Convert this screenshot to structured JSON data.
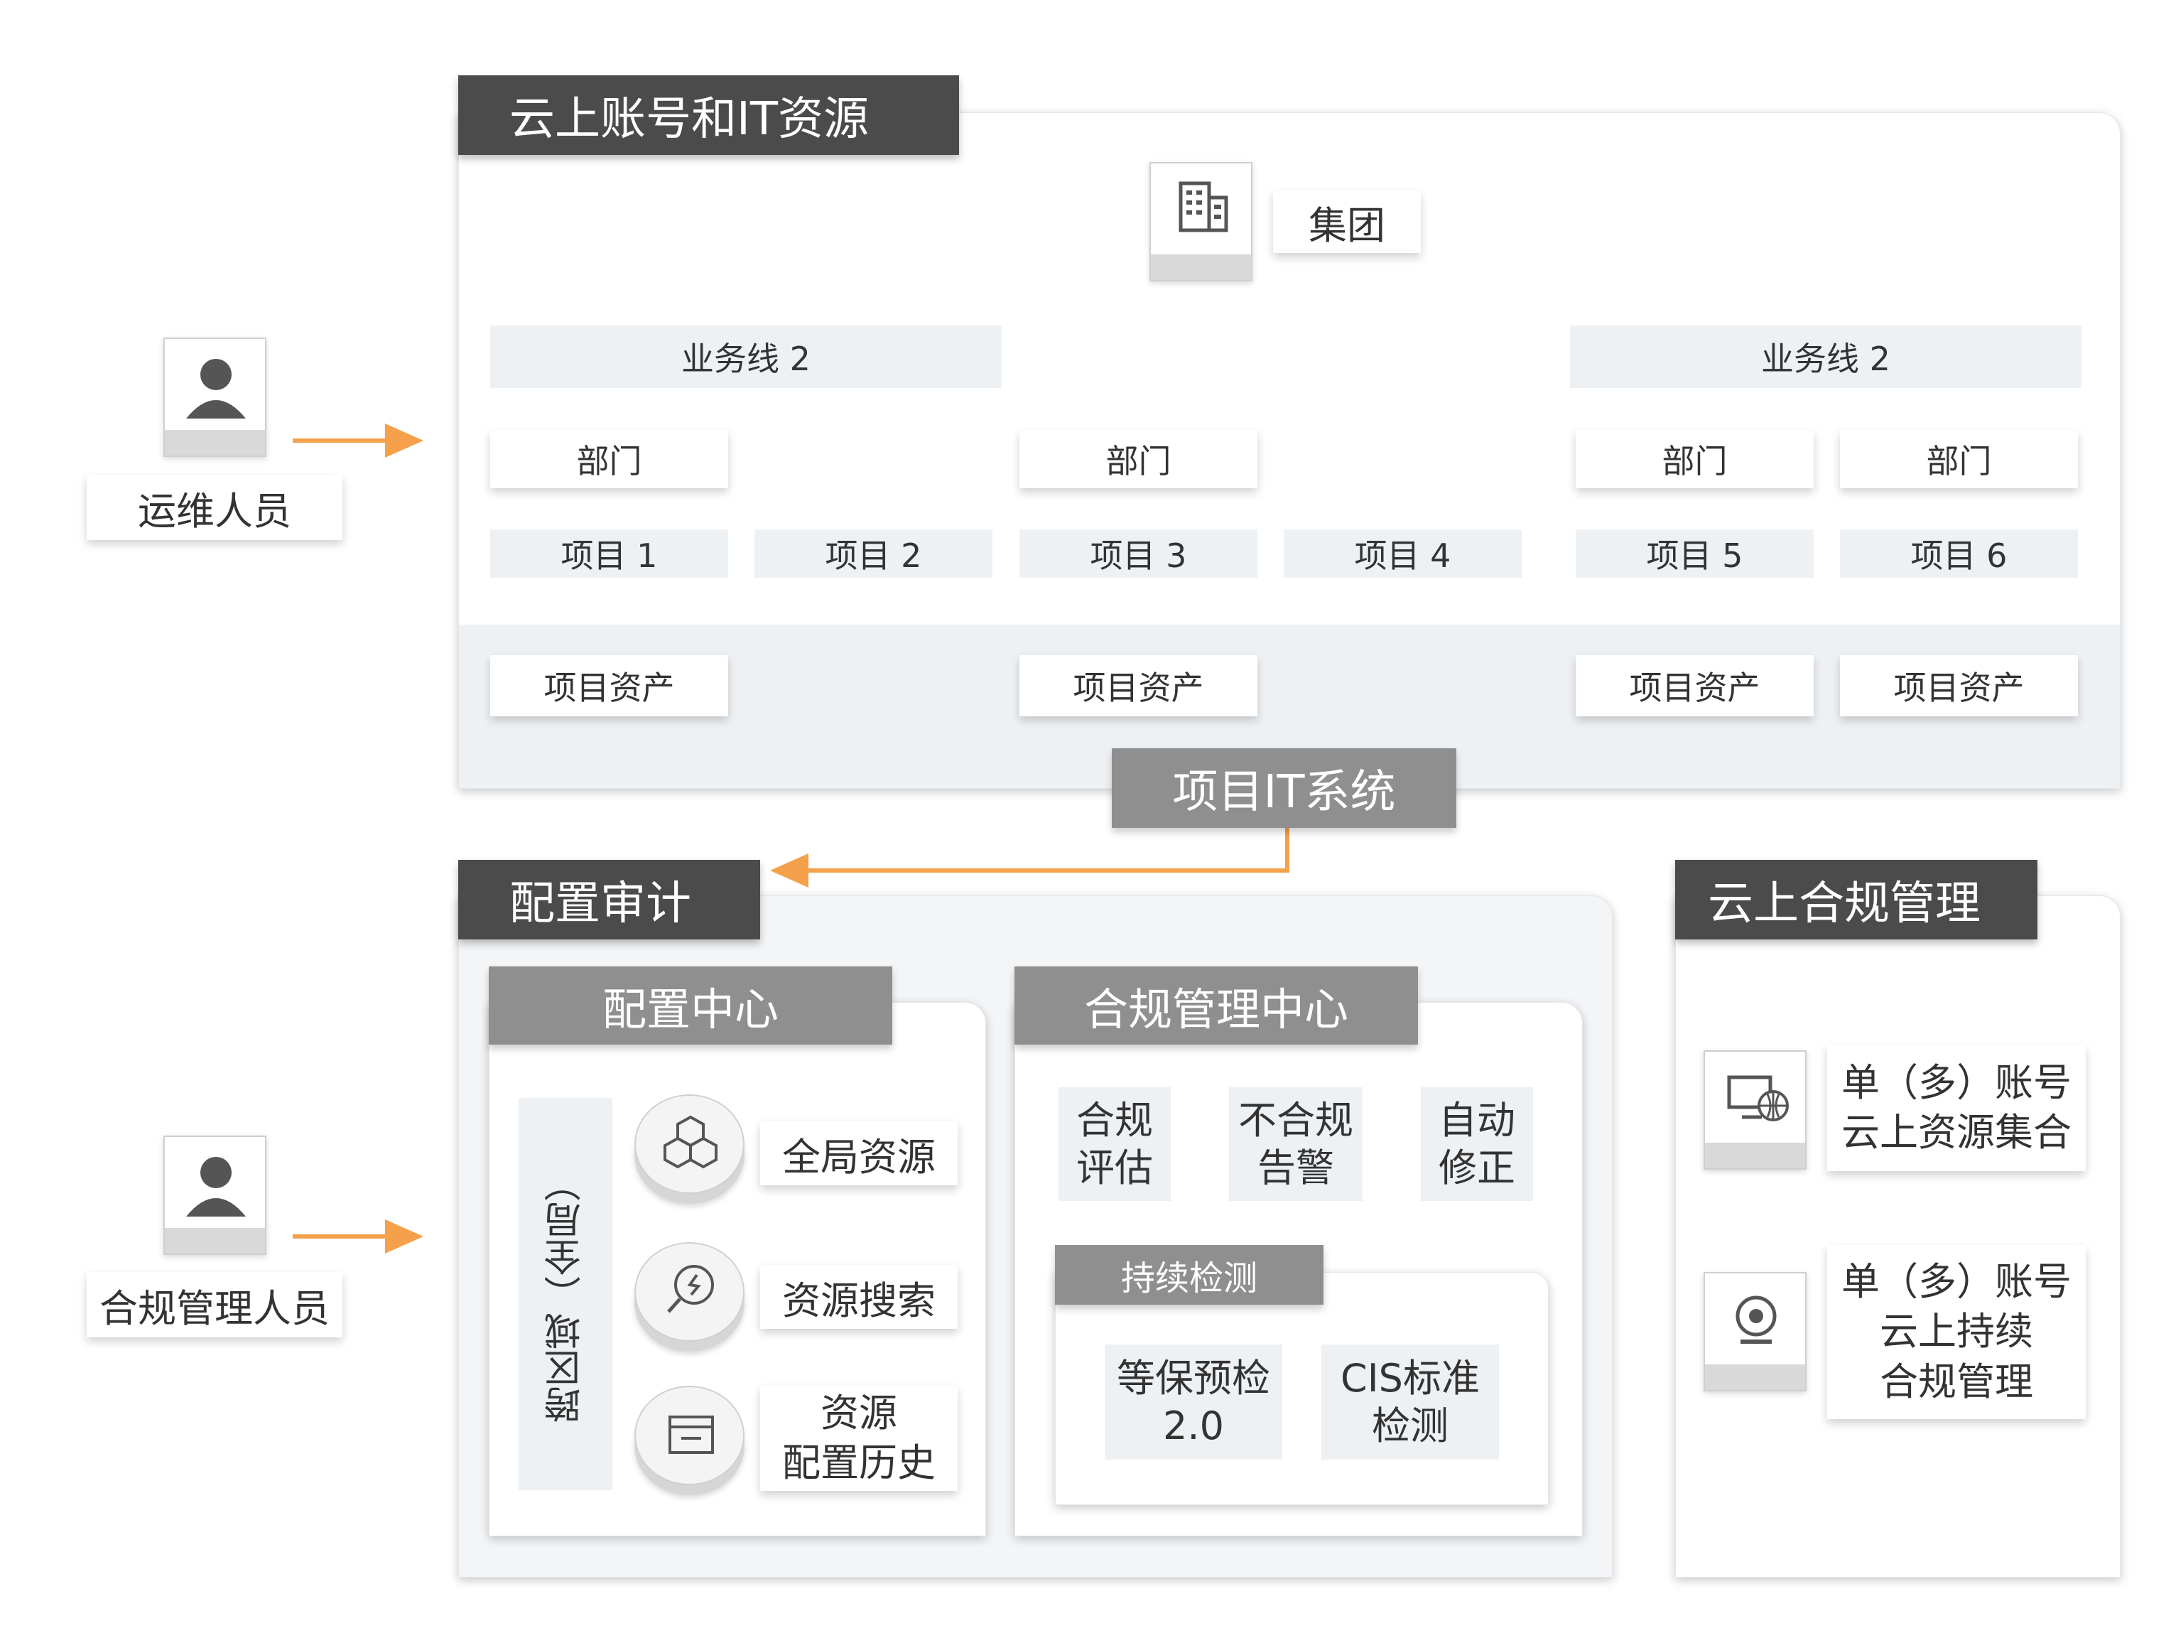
{
  "roles": {
    "ops": "运维人员",
    "compliance": "合规管理人员"
  },
  "cloud_accounts": {
    "title": "云上账号和IT资源",
    "group": "集团",
    "business_line_left": "业务线 2",
    "business_line_right": "业务线 2",
    "departments": [
      "部门",
      "部门",
      "部门",
      "部门"
    ],
    "projects": [
      "项目 1",
      "项目 2",
      "项目 3",
      "项目 4",
      "项目 5",
      "项目 6"
    ],
    "assets": [
      "项目资产",
      "项目资产",
      "项目资产",
      "项目资产"
    ],
    "it_system": "项目IT系统"
  },
  "config_audit": {
    "title": "配置审计",
    "config_center": {
      "title": "配置中心",
      "vertical_label": "跨区域（全局）",
      "items": [
        "全局资源",
        "资源搜索",
        "资源\n配置历史"
      ]
    },
    "compliance_center": {
      "title": "合规管理中心",
      "steps": [
        "合规\n评估",
        "不合规\n告警",
        "自动\n修正"
      ],
      "continuous": {
        "title": "持续检测",
        "items": [
          "等保预检\n2.0",
          "CIS标准\n检测"
        ]
      }
    }
  },
  "cloud_compliance": {
    "title": "云上合规管理",
    "items": [
      "单（多）账号\n云上资源集合",
      "单（多）账号\n云上持续\n合规管理"
    ]
  },
  "colors": {
    "arrow": "#f5a04a",
    "dark_title": "#4b4b4b",
    "gray_title": "#8f8f8f",
    "line": "#9e9e9e"
  },
  "icons": [
    "person-icon",
    "building-icon",
    "cubes-icon",
    "search-icon",
    "history-icon",
    "monitor-globe-icon",
    "webcam-icon"
  ]
}
